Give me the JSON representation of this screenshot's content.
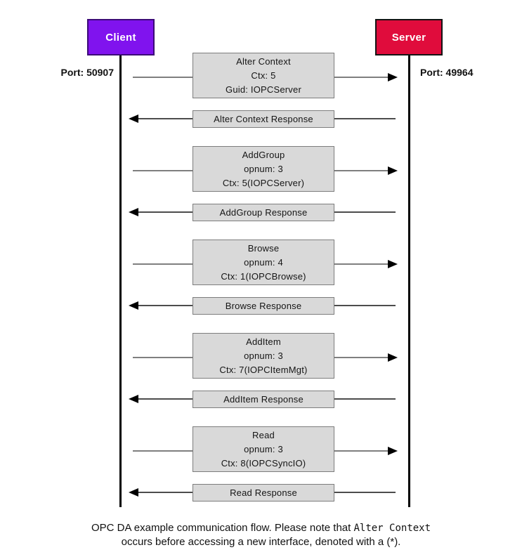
{
  "actors": {
    "client": {
      "label": "Client",
      "port": "Port: 50907",
      "color": "#8013ee"
    },
    "server": {
      "label": "Server",
      "port": "Port: 49964",
      "color": "#e00c3c"
    }
  },
  "messages": [
    {
      "lines": [
        "Alter Context",
        "Ctx: 5",
        "Guid: IOPCServer"
      ],
      "response": "Alter Context Response"
    },
    {
      "lines": [
        "AddGroup",
        "opnum: 3",
        "Ctx: 5(IOPCServer)"
      ],
      "response": "AddGroup Response"
    },
    {
      "lines": [
        "Browse",
        "opnum: 4",
        "Ctx: 1(IOPCBrowse)"
      ],
      "response": "Browse Response"
    },
    {
      "lines": [
        "AddItem",
        "opnum: 3",
        "Ctx: 7(IOPCItemMgt)"
      ],
      "response": "AddItem Response"
    },
    {
      "lines": [
        "Read",
        "opnum: 3",
        "Ctx: 8(IOPCSyncIO)"
      ],
      "response": "Read Response"
    }
  ],
  "caption": {
    "line1_text": "OPC DA example communication flow. Please note that",
    "line1_code": "Alter Context",
    "line2": "occurs before accessing a new interface, denoted with a (*)."
  },
  "colors": {
    "message_box_fill": "#d9d9d9",
    "message_box_border": "#7d7d7d",
    "request_line": "#7f7f7f",
    "response_line": "#4c4c4c",
    "lifeline": "#000000"
  }
}
